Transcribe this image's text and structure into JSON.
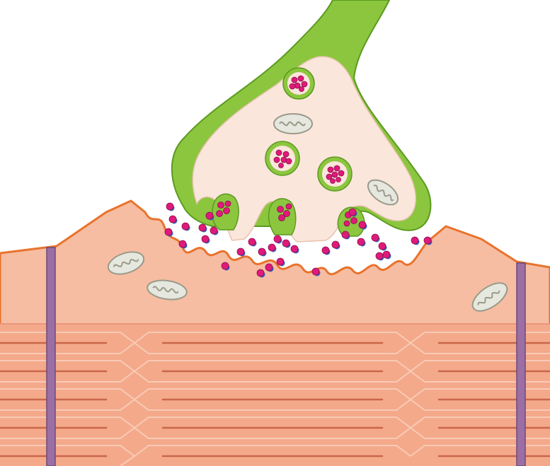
{
  "colors": {
    "background": "#ffffff",
    "axon_green": "#8cc63f",
    "axon_green_dark": "#5a9a1f",
    "terminal_cytoplasm": "#fbe6dc",
    "muscle_membrane": "#f0a078",
    "sarcolemma_line": "#e8732c",
    "muscle_cell_top": "#f6bda2",
    "myofibril_fill": "#f4a98a",
    "myofibril_line": "#c9674a",
    "z_line": "#9b6fa3",
    "vesicle_membrane": "#c8e6a8",
    "neurotransmitter": "#e01a7a",
    "receptor_blue": "#3b62c4",
    "mitochondrion_fill": "#e6e8df",
    "mitochondrion_line": "#9a9a8a"
  },
  "structures": [
    {
      "name": "axon-terminal",
      "icon": "axon-terminal-icon"
    },
    {
      "name": "synaptic-vesicles",
      "icon": "vesicle-icon",
      "count": 4
    },
    {
      "name": "presynaptic-mitochondria",
      "icon": "mitochondrion-icon",
      "count": 2
    },
    {
      "name": "synaptic-cleft",
      "icon": "cleft-icon"
    },
    {
      "name": "neurotransmitter-molecules",
      "icon": "molecule-icon"
    },
    {
      "name": "motor-end-plate",
      "icon": "end-plate-icon"
    },
    {
      "name": "muscle-mitochondria",
      "icon": "mitochondrion-icon",
      "count": 3
    },
    {
      "name": "myofibrils",
      "icon": "myofibril-icon"
    },
    {
      "name": "z-lines",
      "icon": "z-line-icon",
      "count": 2
    }
  ]
}
